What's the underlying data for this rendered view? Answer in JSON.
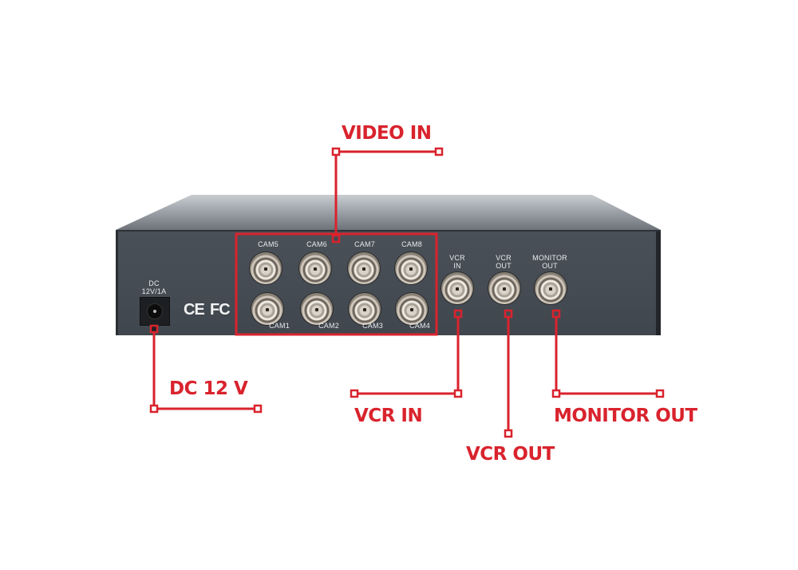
{
  "device": {
    "power_label": "DC\n12V/1A",
    "cert_ce": "CE",
    "cert_fcc": "FC",
    "video_inputs_top": [
      "CAM5",
      "CAM6",
      "CAM7",
      "CAM8"
    ],
    "video_inputs_bottom": [
      "CAM1",
      "CAM2",
      "CAM3",
      "CAM4"
    ],
    "vcr_in_label": "VCR\nIN",
    "vcr_out_label": "VCR\nOUT",
    "monitor_out_label": "MONITOR\nOUT"
  },
  "callouts": {
    "video_in": "VIDEO IN",
    "dc": "DC 12 V",
    "vcr_in": "VCR IN",
    "vcr_out": "VCR OUT",
    "monitor_out": "MONITOR OUT"
  },
  "colors": {
    "accent_red": "#d9232d",
    "panel": "#454b53",
    "chassis_top": "#8d9298"
  }
}
